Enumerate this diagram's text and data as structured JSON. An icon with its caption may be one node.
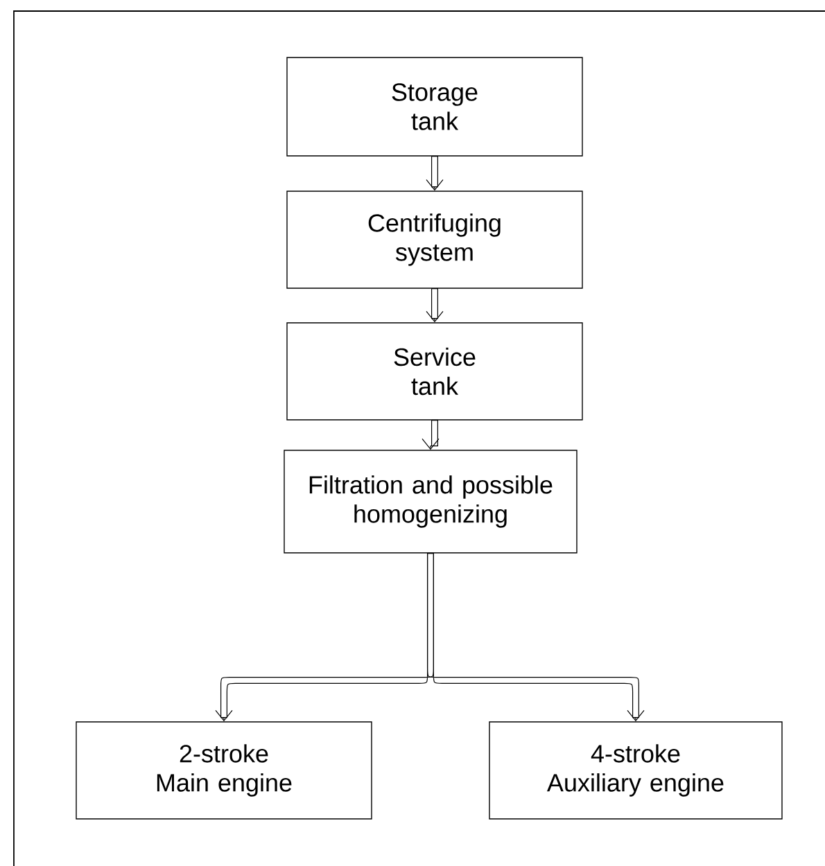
{
  "diagram": {
    "nodes": [
      {
        "text": [
          "Storage tank"
        ]
      },
      {
        "text": [
          "Centrifuging system"
        ]
      },
      {
        "text": [
          "Service tank"
        ]
      },
      {
        "text": [
          "Filtration and possible homogenizing"
        ]
      },
      {
        "text": [
          "2-stroke Main engine"
        ]
      },
      {
        "text": [
          "4-stroke Auxiliary engine"
        ]
      }
    ],
    "edges": [
      {
        "from": 0,
        "to": 1,
        "arrow": "to"
      },
      {
        "from": 1,
        "to": 2,
        "arrow": "to"
      },
      {
        "from": 2,
        "to": 3,
        "arrow": "to"
      },
      {
        "from": 3,
        "to": 4,
        "arrow": "to"
      },
      {
        "from": 3,
        "to": 5,
        "arrow": "to"
      }
    ]
  }
}
